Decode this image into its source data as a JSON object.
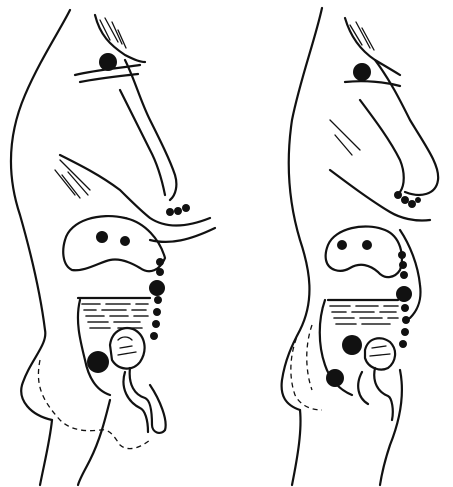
{
  "image": {
    "description_free": true,
    "ink_color": "#111111",
    "paper_color": "#ffffff",
    "figures": [
      {
        "id": "left",
        "marker_dots": 11
      },
      {
        "id": "right",
        "marker_dots": 13
      }
    ]
  }
}
